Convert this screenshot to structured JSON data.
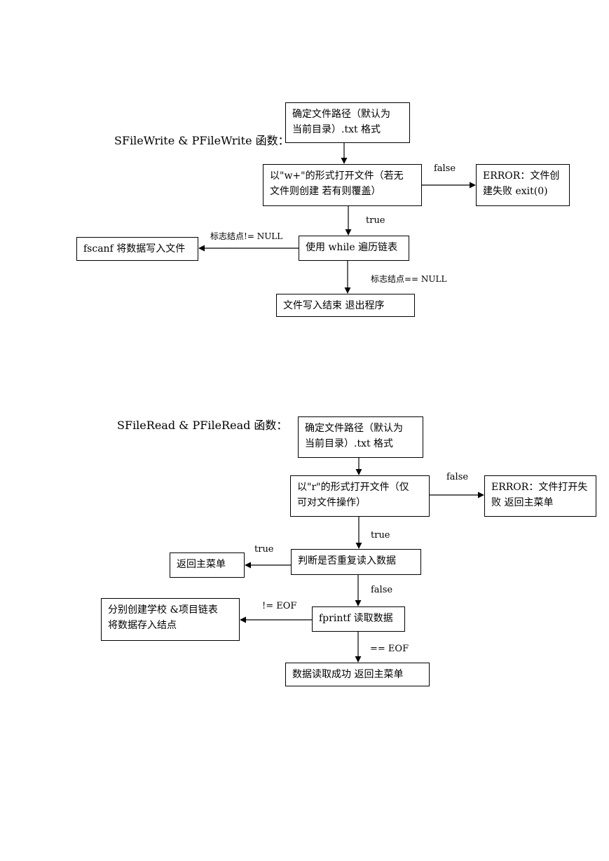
{
  "write_flow": {
    "title": "SFileWrite & PFileWrite 函数：",
    "boxes": {
      "path": [
        "确定文件路径（默认为",
        "当前目录）.txt 格式"
      ],
      "open": [
        "以\"w+\"的形式打开文件（若无",
        "文件则创建  若有则覆盖）"
      ],
      "error": [
        "ERROR：文件创",
        "建失败      exit(0)"
      ],
      "loop": [
        "使用 while 遍历链表"
      ],
      "fscanf": [
        "fscanf 将数据写入文件"
      ],
      "end": [
        "文件写入结束  退出程序"
      ]
    },
    "labels": {
      "false": "false",
      "true": "true",
      "not_null": "标志结点!= NULL",
      "is_null": "标志结点== NULL"
    }
  },
  "read_flow": {
    "title": "SFileRead & PFileRead 函数：",
    "boxes": {
      "path": [
        "确定文件路径（默认为",
        "当前目录）.txt 格式"
      ],
      "open": [
        "以\"r\"的形式打开文件（仅",
        "可对文件操作）"
      ],
      "error": [
        "ERROR：文件打开失",
        "败  返回主菜单"
      ],
      "check": [
        "判断是否重复读入数据"
      ],
      "back": [
        "返回主菜单"
      ],
      "fprintf": [
        "fprintf 读取数据"
      ],
      "create": [
        "分别创建学校  &项目链表",
        "将数据存入结点"
      ],
      "success": [
        "数据读取成功  返回主菜单"
      ]
    },
    "labels": {
      "false_open": "false",
      "true_open": "true",
      "true_check": "true",
      "false_check": "false",
      "not_eof": "!= EOF",
      "eof": "== EOF"
    }
  }
}
